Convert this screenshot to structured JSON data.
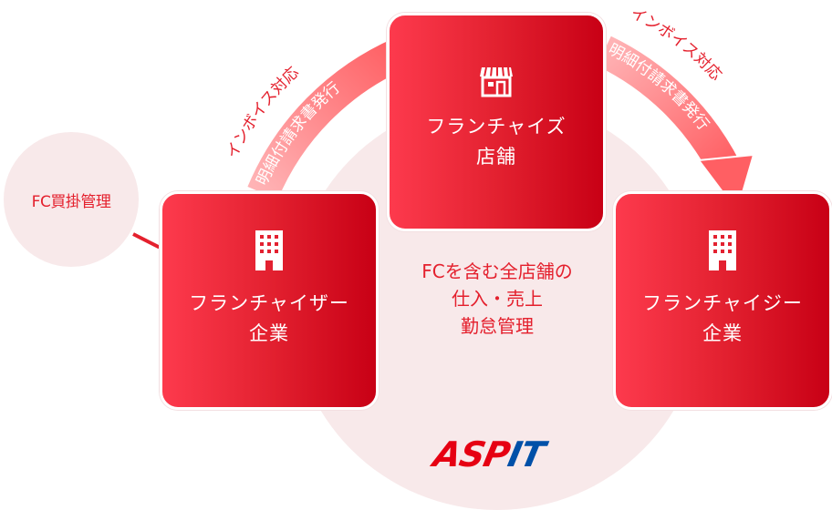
{
  "colors": {
    "accent_red": "#e4202d",
    "card_gradient_start": "#fd3a4d",
    "card_gradient_end": "#c80015",
    "circle_bg": "#f8e9ea",
    "arrow": "#ff6b6b",
    "logo_blue": "#0050a8"
  },
  "side_circle": {
    "label": "FC買掛管理"
  },
  "cards": {
    "store": {
      "icon": "store-icon",
      "line1": "フランチャイズ",
      "line2": "店舗"
    },
    "franchisor": {
      "icon": "building-icon",
      "line1": "フランチャイザー",
      "line2": "企業"
    },
    "franchisee": {
      "icon": "building-icon",
      "line1": "フランチャイジー",
      "line2": "企業"
    }
  },
  "arrows": {
    "left": {
      "outer_label": "インボイス対応",
      "inner_label": "明細付請求書発行"
    },
    "right": {
      "outer_label": "インボイス対応",
      "inner_label": "明細付請求書発行"
    }
  },
  "center": {
    "line1": "FCを含む全店舗の",
    "line2": "仕入・売上",
    "line3": "勤怠管理"
  },
  "logo": {
    "part1": "ASP",
    "part2": "IT"
  }
}
